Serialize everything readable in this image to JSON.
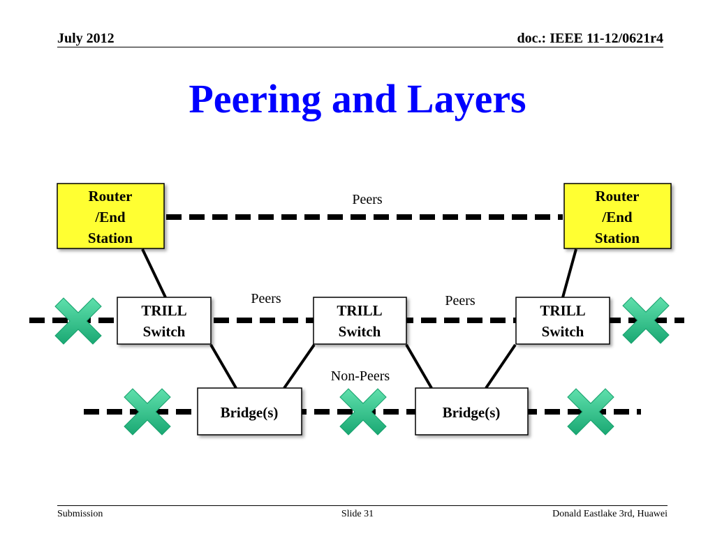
{
  "header": {
    "date": "July 2012",
    "doc_id": "doc.: IEEE 11-12/0621r4"
  },
  "title": "Peering and Layers",
  "diagram": {
    "nodes": {
      "router_left": [
        "Router",
        "/End",
        "Station"
      ],
      "router_right": [
        "Router",
        "/End",
        "Station"
      ],
      "trill_left": [
        "TRILL",
        "Switch"
      ],
      "trill_center": [
        "TRILL",
        "Switch"
      ],
      "trill_right": [
        "TRILL",
        "Switch"
      ],
      "bridge_left": "Bridge(s)",
      "bridge_right": "Bridge(s)"
    },
    "labels": {
      "top_peers": "Peers",
      "trill_peers_left": "Peers",
      "trill_peers_right": "Peers",
      "non_peers": "Non-Peers"
    },
    "colors": {
      "router_fill": "#ffff33",
      "box_fill": "#ffffff",
      "x_mark": "#2cc48a",
      "line": "#000000"
    },
    "icons": {
      "blocked": "x-mark-icon"
    }
  },
  "footer": {
    "left": "Submission",
    "center": "Slide 31",
    "right": "Donald Eastlake 3rd, Huawei"
  }
}
